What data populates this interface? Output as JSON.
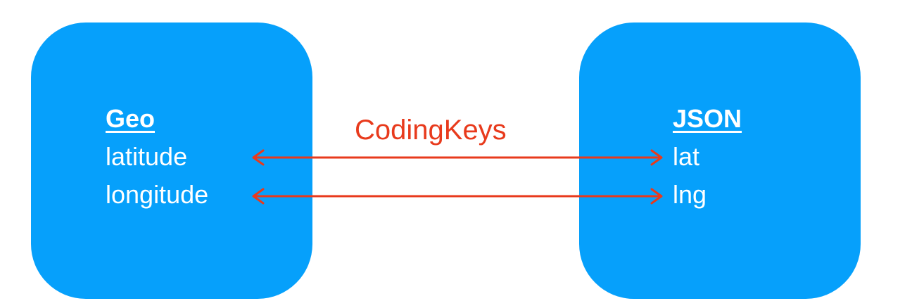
{
  "diagram": {
    "left_box": {
      "title": "Geo",
      "fields": [
        "latitude",
        "longitude"
      ]
    },
    "right_box": {
      "title": "JSON",
      "fields": [
        "lat",
        "lng"
      ]
    },
    "mapping_label": "CodingKeys",
    "mappings": [
      {
        "from": "latitude",
        "to": "lat"
      },
      {
        "from": "longitude",
        "to": "lng"
      }
    ],
    "colors": {
      "box": "#06a0fb",
      "box_text": "#ffffff",
      "arrow": "#e83a1c",
      "background": "#ffffff"
    }
  }
}
